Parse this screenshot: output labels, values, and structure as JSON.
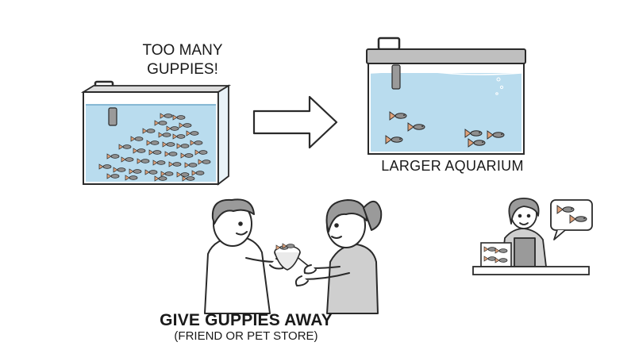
{
  "labels": {
    "overcrowded_title_line1": "TOO MANY",
    "overcrowded_title_line2": "GUPPIES!",
    "larger_aquarium": "LARGER AQUARIUM",
    "give_away": "GIVE GUPPIES AWAY",
    "give_away_sub": "(FRIEND OR PET STORE)"
  },
  "colors": {
    "water": "#b9dcee",
    "water_line": "#6aa7c9",
    "outline": "#2a2a2a",
    "lid": "#bfbfbf",
    "shirt": "#cfcfcf",
    "hair": "#9a9a9a",
    "fish_body": "#8f8f8f",
    "fish_tail": "#e0a27a"
  },
  "icons": {
    "arrow": "right-arrow-icon",
    "speech": "speech-bubble-icon",
    "net": "fish-net-icon"
  }
}
